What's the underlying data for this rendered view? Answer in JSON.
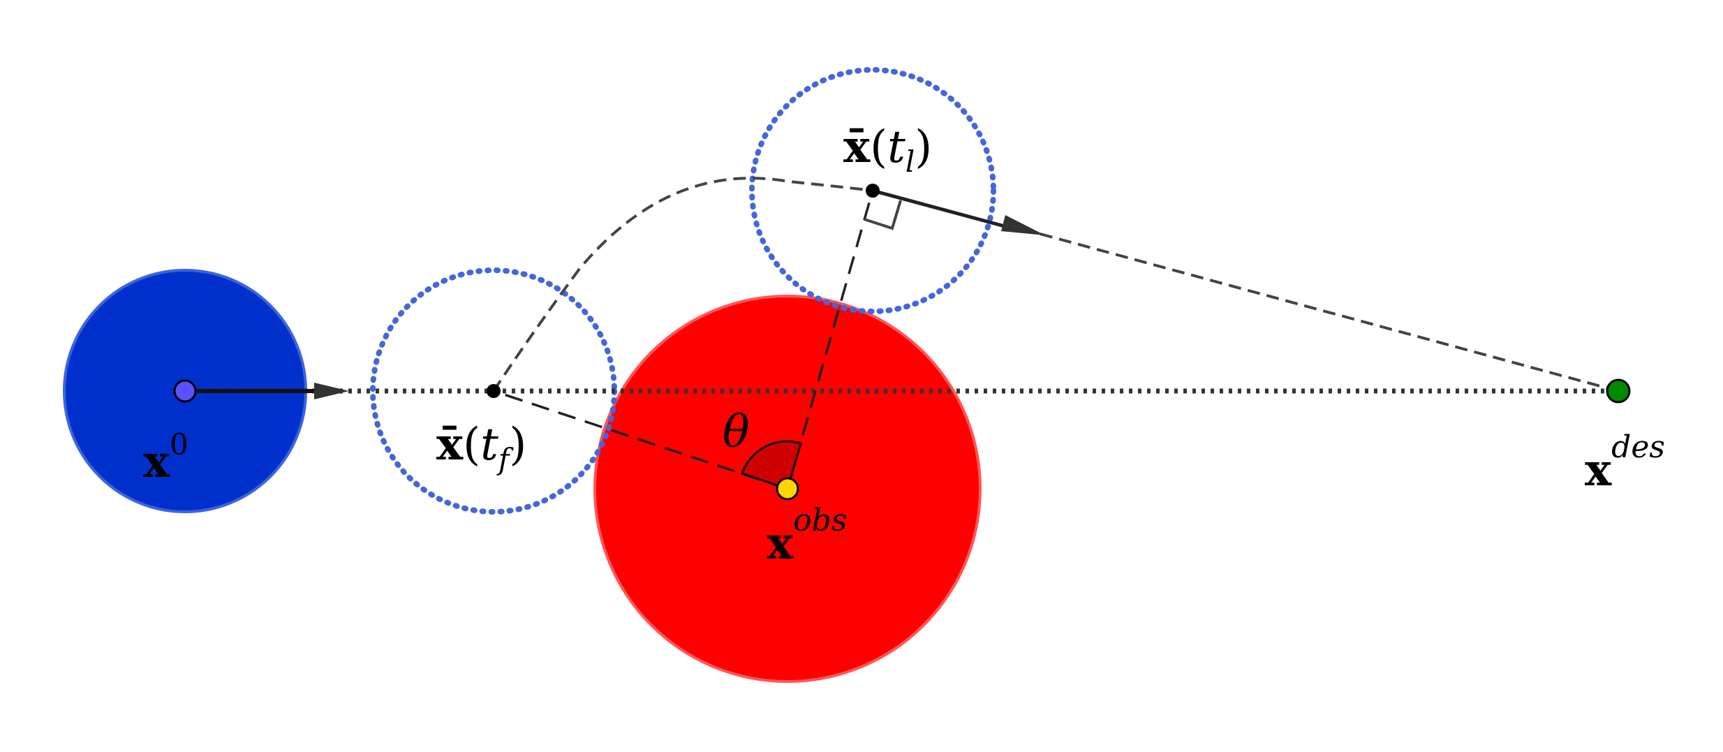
{
  "labels": {
    "x0_base": "x",
    "x0_sup": "0",
    "xtf_base": "x̄",
    "xtf_open": "(",
    "xtf_t": "t",
    "xtf_sub": "f",
    "xtf_close": ")",
    "xtl_base": "x̄",
    "xtl_open": "(",
    "xtl_t": "t",
    "xtl_sub": "l",
    "xtl_close": ")",
    "theta": "θ",
    "xobs_base": "x",
    "xobs_sup": "obs",
    "xdes_base": "x",
    "xdes_sup": "des"
  },
  "colors": {
    "agent_fill": "#0030cc",
    "agent_stroke": "#3b64e0",
    "agent_center": "#5b52ff",
    "obstacle_fill": "#ff0000",
    "obstacle_stroke": "#ff5555",
    "obstacle_center": "#ffd500",
    "angle_wedge": "#d10000",
    "goal": "#008a00",
    "predicted_ring": "#4466dd",
    "path": "#444444",
    "arrow": "#222222"
  }
}
